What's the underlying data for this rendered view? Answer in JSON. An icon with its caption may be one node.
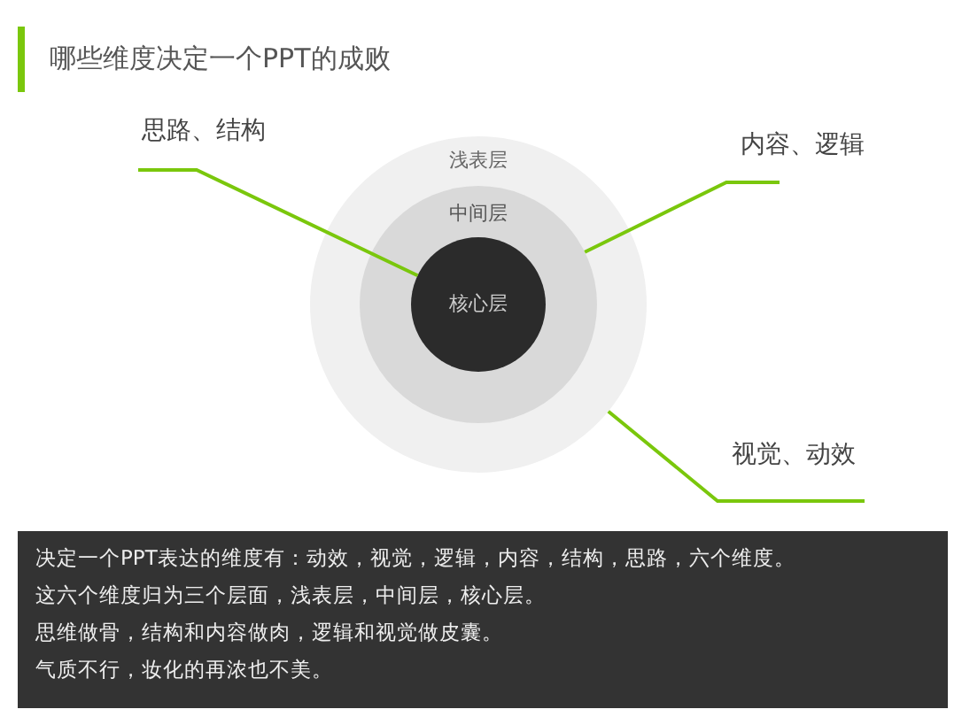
{
  "diagram": {
    "title": "哪些维度决定一个PPT的成败",
    "nodes": [
      {
        "text": [
          "浅表层"
        ]
      },
      {
        "text": [
          "中间层"
        ],
        "in": 0
      },
      {
        "text": [
          "核心层"
        ],
        "in": 1
      },
      {
        "text": [
          "思路、结构"
        ]
      },
      {
        "text": [
          "内容、逻辑"
        ]
      },
      {
        "text": [
          "视觉、动效"
        ]
      }
    ],
    "edges": [
      {
        "from": 3,
        "to": 2,
        "arrow": "none"
      },
      {
        "from": 4,
        "to": 1,
        "arrow": "none"
      },
      {
        "from": 5,
        "to": 0,
        "arrow": "none"
      }
    ],
    "labels": [
      "决定一个PPT表达的维度有：动效，视觉，逻辑，内容，结构，思路，六个维度。",
      "这六个维度归为三个层面，浅表层，中间层，核心层。",
      "思维做骨，结构和内容做肉，逻辑和视觉做皮囊。",
      "气质不行，妆化的再浓也不美。"
    ]
  }
}
